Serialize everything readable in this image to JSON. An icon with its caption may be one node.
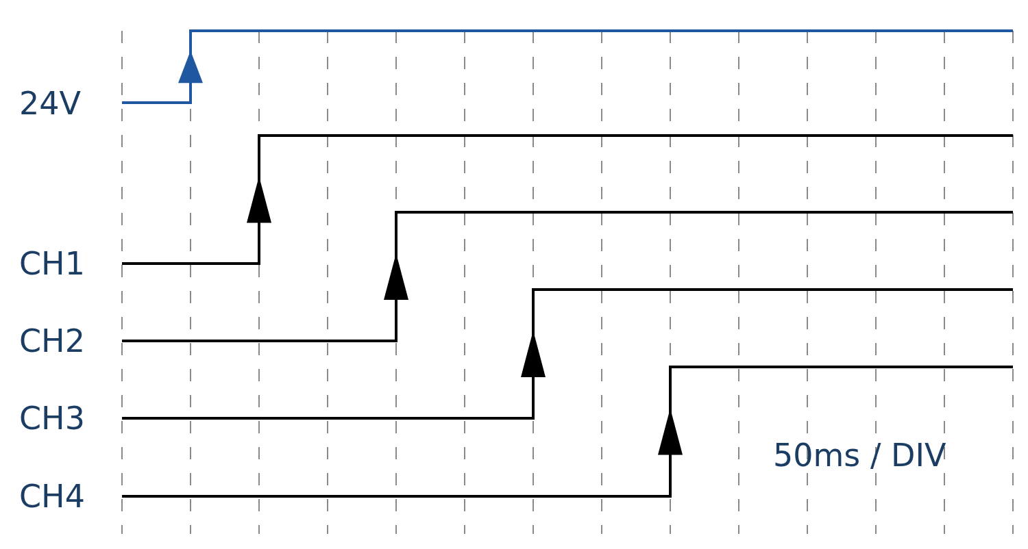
{
  "diagram": {
    "labels": [
      "24V",
      "CH1",
      "CH2",
      "CH3",
      "CH4",
      "50ms / DIV"
    ]
  }
}
